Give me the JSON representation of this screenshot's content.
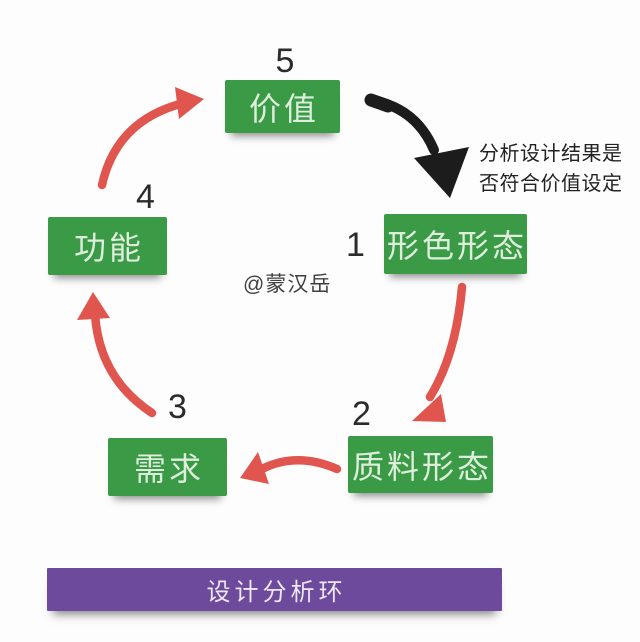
{
  "diagram": {
    "title_banner": {
      "label": "设计分析环"
    },
    "watermark": "@蒙汉岳",
    "annotation": {
      "line1": "分析设计结果是",
      "line2": "否符合价值设定"
    },
    "nodes": [
      {
        "id": "value",
        "label": "价值",
        "number": "5"
      },
      {
        "id": "form-color",
        "label": "形色形态",
        "number": "1"
      },
      {
        "id": "material",
        "label": "质料形态",
        "number": "2"
      },
      {
        "id": "demand",
        "label": "需求",
        "number": "3"
      },
      {
        "id": "function",
        "label": "功能",
        "number": "4"
      }
    ],
    "cycle_order": [
      "形色形态",
      "质料形态",
      "需求",
      "功能",
      "价值"
    ],
    "colors": {
      "node_green": "#3a9a46",
      "node_text": "#ddeedd",
      "arrow_red": "#e0564e",
      "arrow_black": "#1c1c1c",
      "banner_purple": "#6d4a9c",
      "banner_text": "#ece7f2",
      "number_color": "#2b2b2b",
      "annotation_color": "#222222",
      "background": "#fdfdfd"
    }
  }
}
